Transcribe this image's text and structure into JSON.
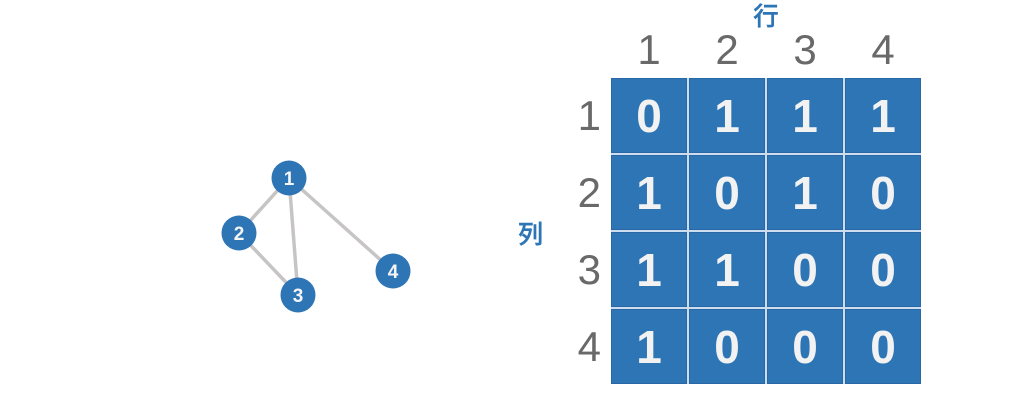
{
  "graph": {
    "nodes": [
      {
        "id": "node-1",
        "label": "1"
      },
      {
        "id": "node-2",
        "label": "2"
      },
      {
        "id": "node-3",
        "label": "3"
      },
      {
        "id": "node-4",
        "label": "4"
      }
    ],
    "edges": [
      {
        "from": "1",
        "to": "2"
      },
      {
        "from": "1",
        "to": "3"
      },
      {
        "from": "1",
        "to": "4"
      },
      {
        "from": "2",
        "to": "3"
      }
    ]
  },
  "matrix": {
    "top_label": "行",
    "left_label": "列",
    "col_headers": [
      "1",
      "2",
      "3",
      "4"
    ],
    "row_headers": [
      "1",
      "2",
      "3",
      "4"
    ],
    "values": [
      [
        "0",
        "1",
        "1",
        "1"
      ],
      [
        "1",
        "0",
        "1",
        "0"
      ],
      [
        "1",
        "1",
        "0",
        "0"
      ],
      [
        "1",
        "0",
        "0",
        "0"
      ]
    ]
  },
  "colors": {
    "accent_blue": "#2e75b6",
    "cell_gap_blue": "#cbddee",
    "cell_border_blue": "#2a67a5",
    "header_gray": "#696969",
    "edge_gray": "#c7c4c4",
    "cell_text": "#f2f2f2",
    "background": "#ffffff"
  }
}
